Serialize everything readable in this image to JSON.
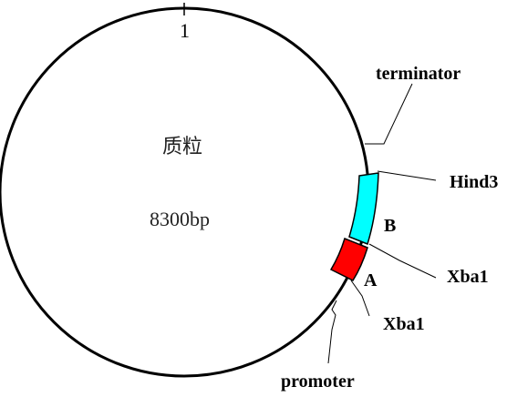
{
  "plasmid": {
    "name": "质粒",
    "size": "8300bp",
    "start_marker": "1"
  },
  "features": {
    "terminator": "terminator",
    "hind3": "Hind3",
    "segment_b": "B",
    "xba1_upper": "Xba1",
    "segment_a": "A",
    "xba1_lower": "Xba1",
    "promoter": "promoter"
  },
  "colors": {
    "segment_b": "#00ffff",
    "segment_a": "#ff0000",
    "outline": "#000000"
  }
}
